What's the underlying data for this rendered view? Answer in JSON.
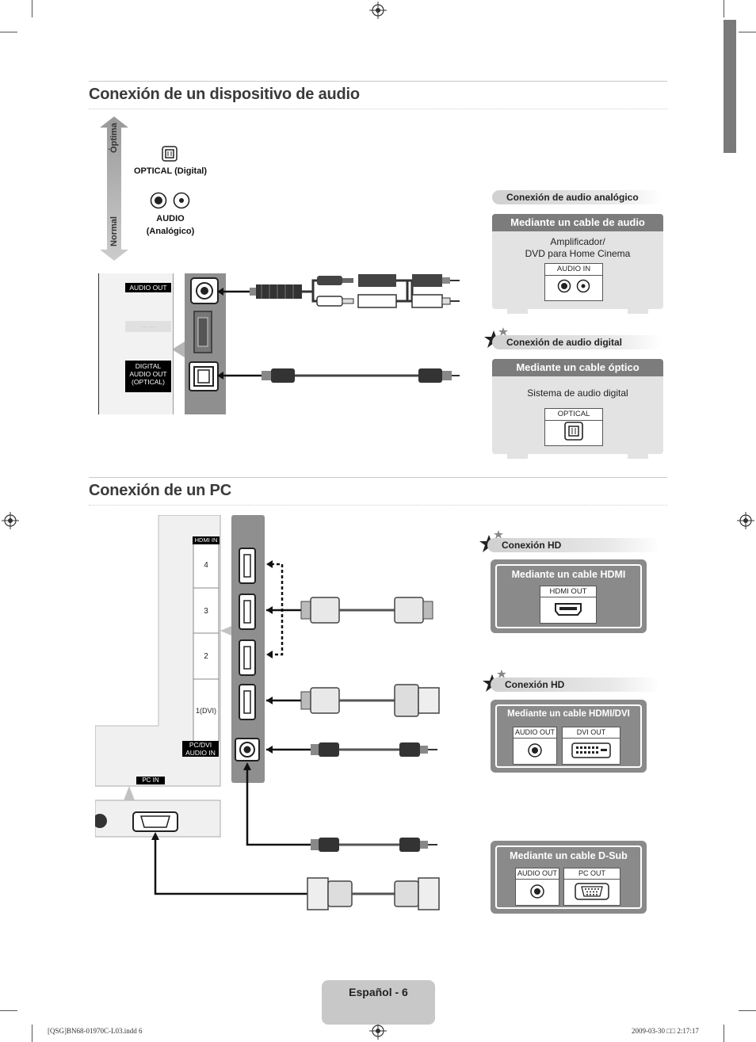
{
  "section_audio": {
    "title": "Conexión de un dispositivo de audio",
    "quality_top": "Óptima",
    "quality_bottom": "Normal",
    "optical_label": "OPTICAL (Digital)",
    "audio_label_1": "AUDIO",
    "audio_label_2": "(Analógico)",
    "tv_ports": {
      "audio_out": "AUDIO OUT",
      "digital_1": "DIGITAL",
      "digital_2": "AUDIO OUT",
      "digital_3": "(OPTICAL)"
    },
    "analog_pill": "Conexión de audio analógico",
    "analog_box_title": "Mediante un cable de audio",
    "analog_device_1": "Amplificador/",
    "analog_device_2": "DVD para Home Cinema",
    "analog_port": "AUDIO IN",
    "digital_pill": "Conexión de audio digital",
    "digital_box_title": "Mediante un cable óptico",
    "digital_device": "Sistema de audio digital",
    "digital_port": "OPTICAL"
  },
  "section_pc": {
    "title": "Conexión de un PC",
    "hdmi_in_tag": "HDMI IN",
    "hdmi_numbers": [
      "4",
      "3",
      "2",
      "1(DVI)"
    ],
    "pc_dvi_audio_1": "PC/DVI",
    "pc_dvi_audio_2": "AUDIO IN",
    "pc_in": "PC IN",
    "hd_pill_1": "Conexión HD",
    "hdmi_box_title": "Mediante un cable HDMI",
    "hdmi_port": "HDMI OUT",
    "hd_pill_2": "Conexión HD",
    "hdmi_dvi_box_title": "Mediante un cable HDMI/DVI",
    "hdmi_dvi_audio_port": "AUDIO OUT",
    "hdmi_dvi_dvi_port": "DVI OUT",
    "dsub_box_title": "Mediante un cable D-Sub",
    "dsub_audio_port": "AUDIO OUT",
    "dsub_pc_port": "PC OUT"
  },
  "footer": {
    "page_label": "Español - 6",
    "file_info": "[QSG]BN68-01970C-L03.indd   6",
    "date_info": "2009-03-30   □□ 2:17:17"
  }
}
